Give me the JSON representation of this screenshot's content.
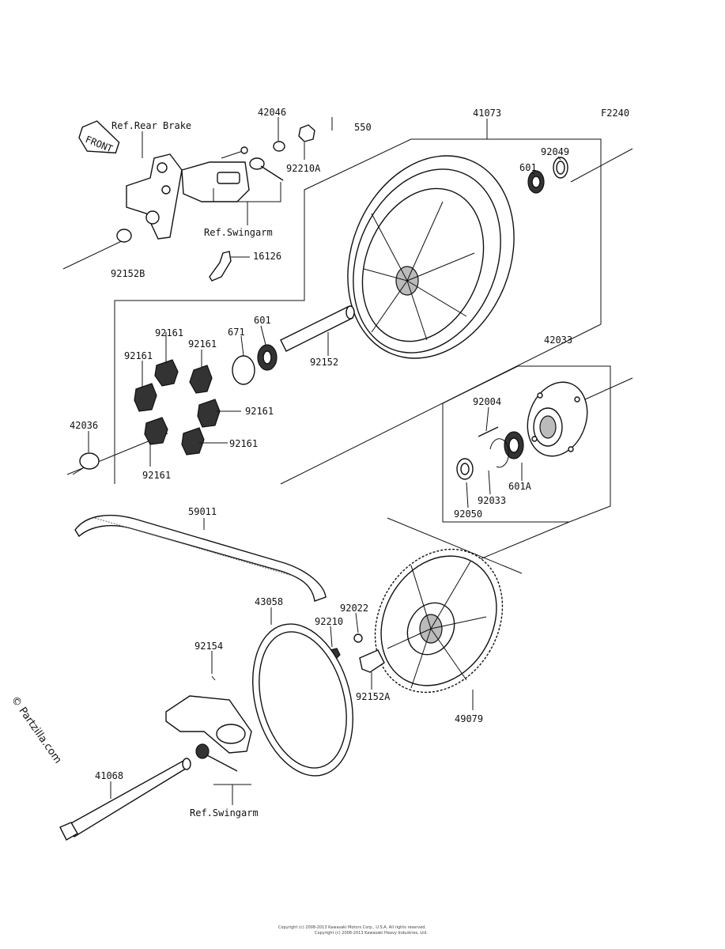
{
  "diagram": {
    "code": "F2240",
    "front_label": "FRONT",
    "watermark": "© Partzilla.com",
    "footer_line1": "Copyright (c) 2008-2013 Kawasaki Motors Corp., U.S.A. All rights reserved.",
    "footer_line2": "Copyright (c) 2008-2013 Kawasaki Heavy Industries, Ltd."
  },
  "refs": {
    "rear_brake": "Ref.Rear Brake",
    "swingarm_top": "Ref.Swingarm",
    "swingarm_bottom": "Ref.Swingarm"
  },
  "parts": {
    "p42046": "42046",
    "p550": "550",
    "p41073": "41073",
    "p92210A": "92210A",
    "p92049": "92049",
    "p601_top": "601",
    "p16126": "16126",
    "p92152B": "92152B",
    "p92161_a": "92161",
    "p671": "671",
    "p601_mid": "601",
    "p92161_b": "92161",
    "p92161_c": "92161",
    "p92152": "92152",
    "p42033": "42033",
    "p92161_d": "92161",
    "p42036": "42036",
    "p92161_e": "92161",
    "p92161_f": "92161",
    "p92004": "92004",
    "p601A": "601A",
    "p92033": "92033",
    "p92050": "92050",
    "p59011": "59011",
    "p43058": "43058",
    "p92022": "92022",
    "p92210": "92210",
    "p92154": "92154",
    "p92152A": "92152A",
    "p49079": "49079",
    "p41068": "41068"
  }
}
